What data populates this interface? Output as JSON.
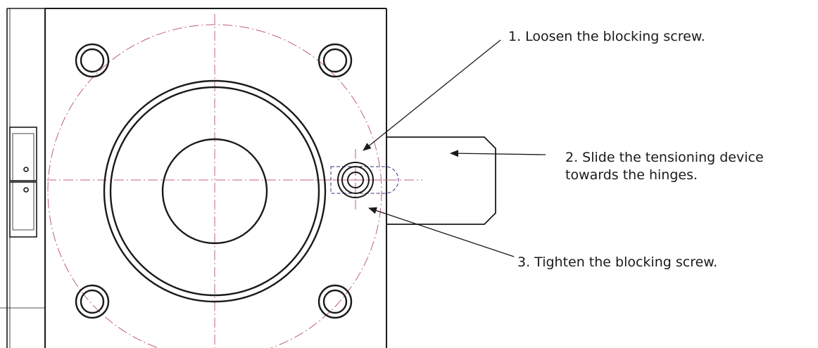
{
  "callouts": {
    "step1": "1. Loosen the blocking screw.",
    "step2_line1": "2. Slide the tensioning device",
    "step2_line2": "towards the hinges.",
    "step3": "3. Tighten the blocking screw."
  },
  "colors": {
    "outline": "#1a1a1a",
    "centerline": "#c0607a",
    "screw_dash": "#3a2f7a",
    "background": "#ffffff"
  }
}
